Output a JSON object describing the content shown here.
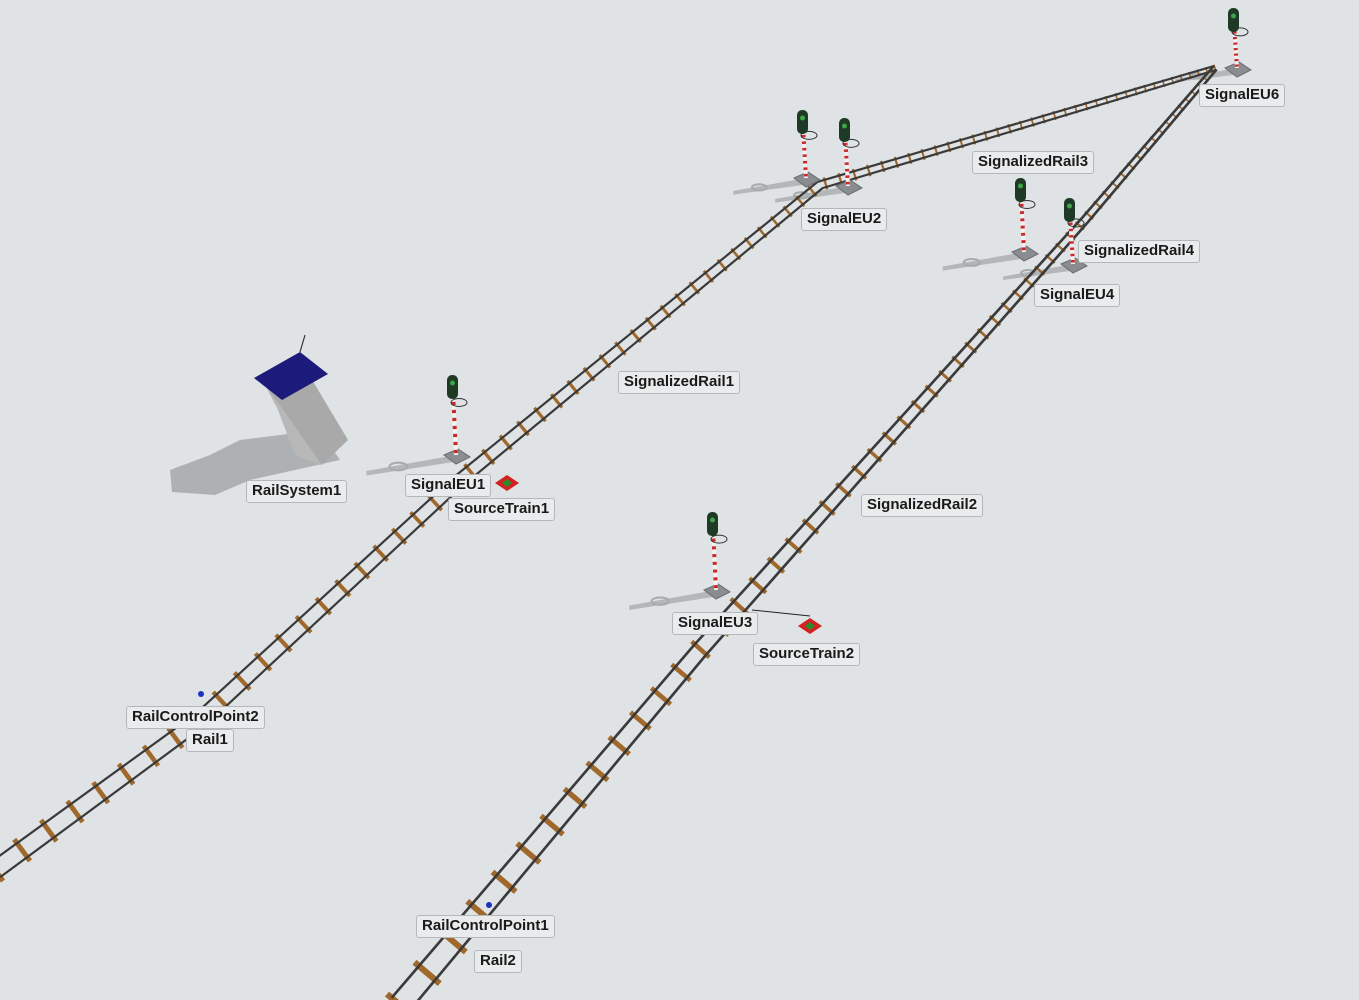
{
  "scene": {
    "name": "rail-network-3d-view",
    "colors": {
      "background": "#dfe3e5",
      "rail": "#3a3a3a",
      "sleeper": "#a0682a",
      "signal_pole_red": "#cc2a2a",
      "signal_head": "#1e3a24",
      "roof": "#1c1a7a",
      "building": "#b8b8b8",
      "source_red": "#d42020",
      "source_green": "#2a8a2a",
      "control_point": "#2030c0",
      "shadow": "#a8abad"
    }
  },
  "labels": {
    "signal_eu6": "SignalEU6",
    "signalized_rail3": "SignalizedRail3",
    "signal_eu2": "SignalEU2",
    "signalized_rail4": "SignalizedRail4",
    "signal_eu4": "SignalEU4",
    "signalized_rail1": "SignalizedRail1",
    "rail_system1": "RailSystem1",
    "signal_eu1": "SignalEU1",
    "source_train1": "SourceTrain1",
    "signalized_rail2": "SignalizedRail2",
    "signal_eu3": "SignalEU3",
    "source_train2": "SourceTrain2",
    "rail_control_point2": "RailControlPoint2",
    "rail1": "Rail1",
    "rail_control_point1": "RailControlPoint1",
    "rail2": "Rail2"
  }
}
